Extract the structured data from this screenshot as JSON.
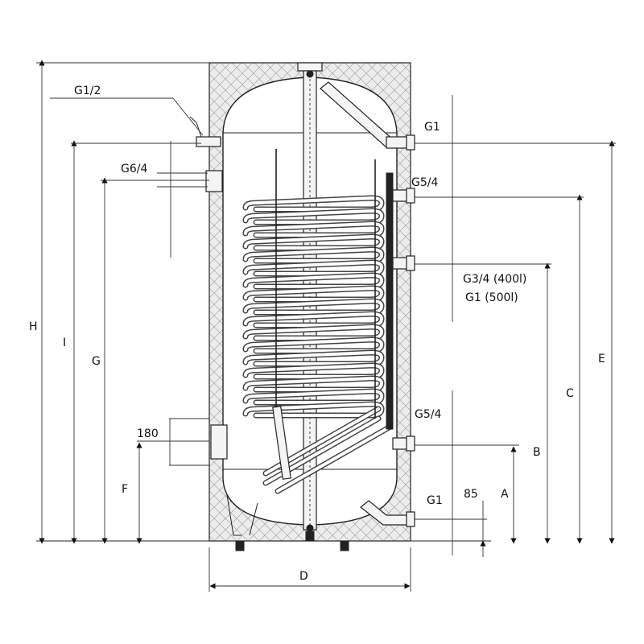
{
  "labels": {
    "g1_2": "G1/2",
    "g6_4": "G6/4",
    "g1_top": "G1",
    "g5_4_top": "G5/4",
    "g3_4": "G3/4 (400l)",
    "g1_500": "G1 (500l)",
    "g5_4_bottom": "G5/4",
    "g1_bottom": "G1",
    "dim_180": "180",
    "dim_85": "85",
    "H": "H",
    "I": "I",
    "G": "G",
    "F": "F",
    "A": "A",
    "B": "B",
    "C": "C",
    "E": "E",
    "D": "D"
  }
}
